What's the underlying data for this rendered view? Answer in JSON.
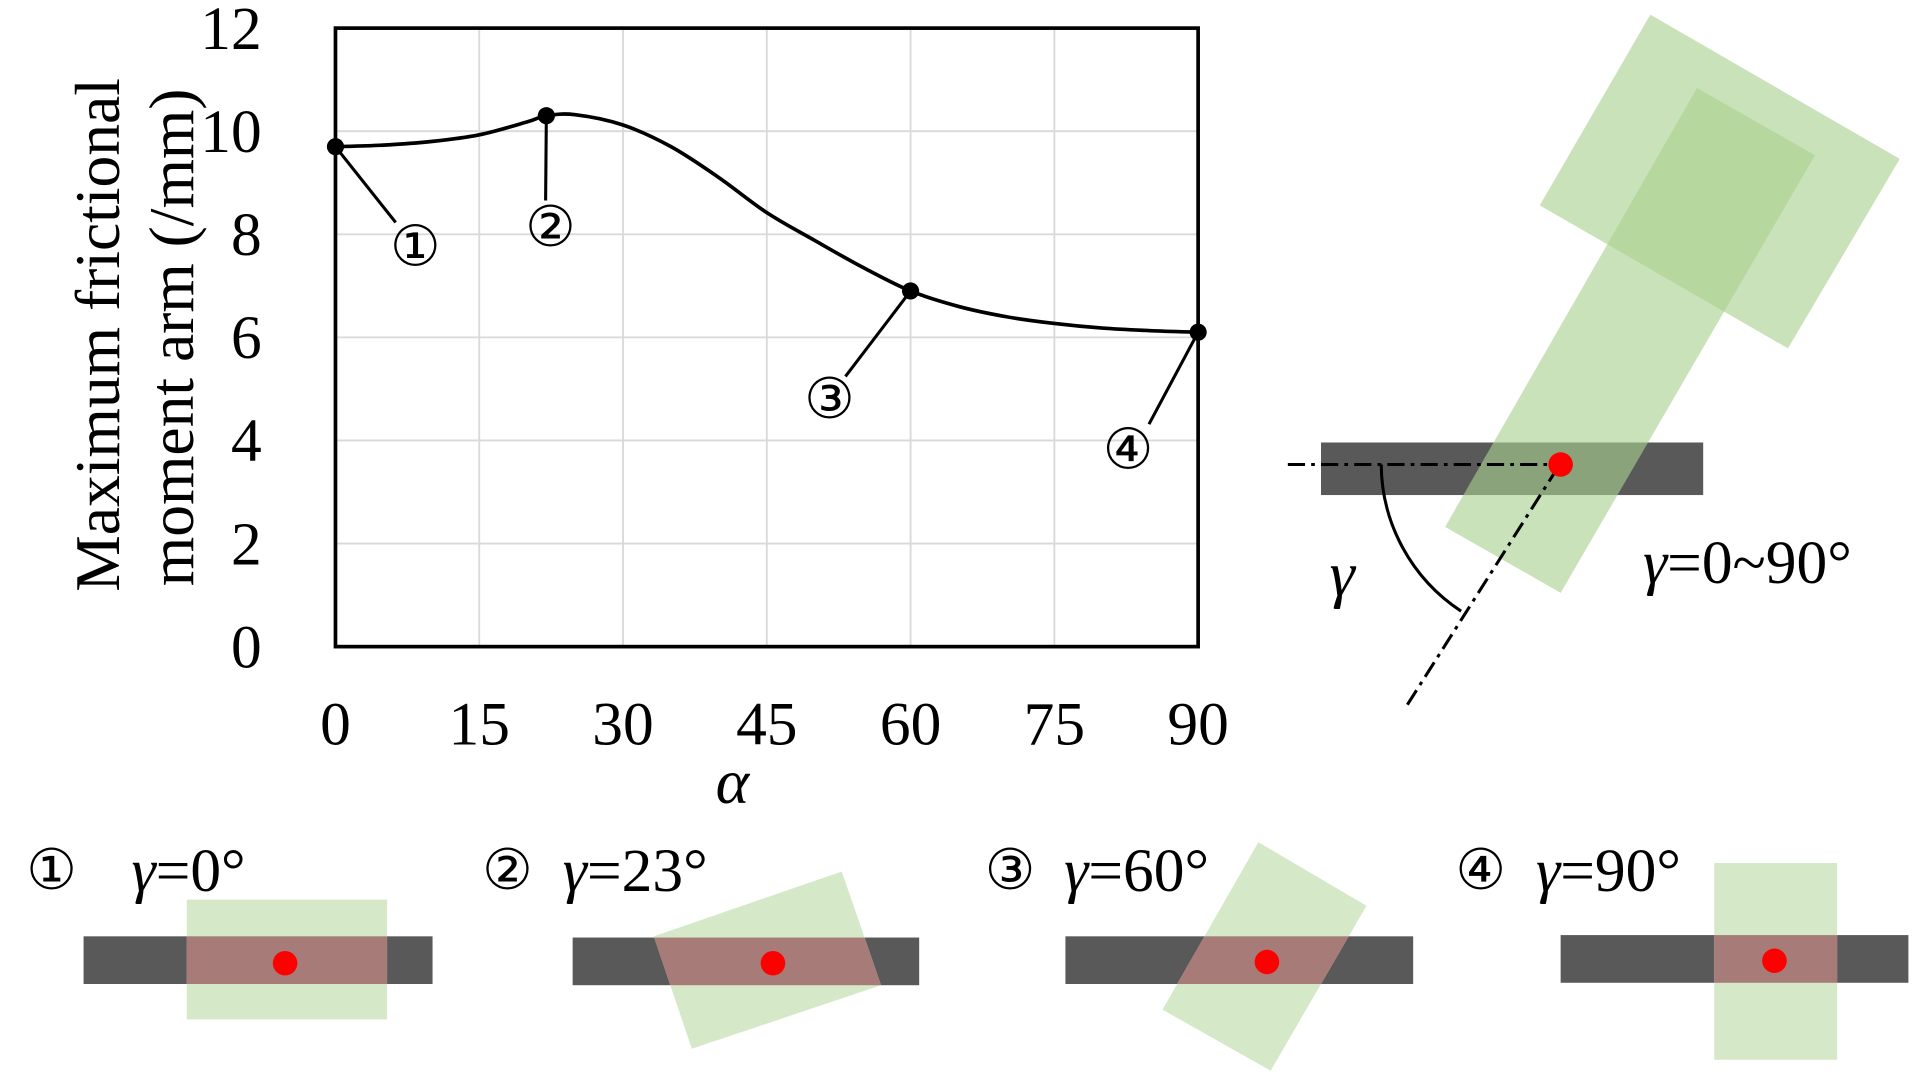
{
  "chart_data": {
    "type": "line",
    "xlabel": "α",
    "ylabel": [
      "Maximum frictional",
      "moment arm (/mm)"
    ],
    "xlim": [
      0,
      90
    ],
    "ylim": [
      0,
      12
    ],
    "xticks": [
      0,
      15,
      30,
      45,
      60,
      75,
      90
    ],
    "yticks": [
      0,
      2,
      4,
      6,
      8,
      10,
      12
    ],
    "grid": true,
    "series": [
      {
        "x": [
          0,
          5,
          10,
          15,
          20,
          22,
          25,
          30,
          35,
          40,
          45,
          50,
          55,
          60,
          65,
          70,
          75,
          80,
          85,
          90
        ],
        "y": [
          9.7,
          9.73,
          9.8,
          9.93,
          10.18,
          10.3,
          10.32,
          10.12,
          9.7,
          9.1,
          8.42,
          7.88,
          7.36,
          6.9,
          6.6,
          6.4,
          6.27,
          6.18,
          6.13,
          6.1
        ]
      }
    ],
    "markers": [
      {
        "label": "①",
        "x": 0,
        "y": 9.7
      },
      {
        "label": "②",
        "x": 22,
        "y": 10.3
      },
      {
        "label": "③",
        "x": 60,
        "y": 6.9
      },
      {
        "label": "④",
        "x": 90,
        "y": 6.1
      }
    ]
  },
  "figure": {
    "rotation_diagram": {
      "angle_symbol": "γ",
      "range_symbol": "γ",
      "range_value": "=0~90°"
    },
    "panels": [
      {
        "marker": "①",
        "symbol": "γ",
        "value": "=0°"
      },
      {
        "marker": "②",
        "symbol": "γ",
        "value": "=23°"
      },
      {
        "marker": "③",
        "symbol": "γ",
        "value": "=60°"
      },
      {
        "marker": "④",
        "symbol": "γ",
        "value": "=90°"
      }
    ],
    "colors": {
      "bar": "#595959",
      "plate": "#d5e9c8",
      "plate_top": "#a9d18e",
      "overlap": "#a67b78",
      "contact_point": "#ff0000"
    }
  }
}
